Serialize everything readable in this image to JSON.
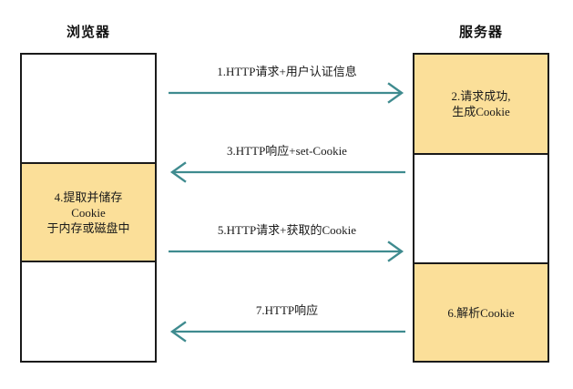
{
  "diagram": {
    "type": "sequence-diagram",
    "title_browser": "浏览器",
    "title_server": "服务器",
    "colors": {
      "active_fill": "#fbdf99",
      "box_border": "#1a1a1a",
      "arrow": "#3f8b8f",
      "background": "#ffffff",
      "text": "#1a1a1a"
    }
  },
  "browser": {
    "label": "浏览器",
    "segments": [
      {
        "id": "browser-idle-top",
        "text": "",
        "active": false
      },
      {
        "id": "browser-store-cookie",
        "text": "4.提取并储存\nCookie\n于内存或磁盘中",
        "active": true
      },
      {
        "id": "browser-idle-bottom",
        "text": "",
        "active": false
      }
    ]
  },
  "server": {
    "label": "服务器",
    "segments": [
      {
        "id": "server-create-cookie",
        "text": "2.请求成功,\n生成Cookie",
        "active": true
      },
      {
        "id": "server-idle-middle",
        "text": "",
        "active": false
      },
      {
        "id": "server-parse-cookie",
        "text": "6.解析Cookie",
        "active": true
      }
    ]
  },
  "messages": [
    {
      "id": "msg-1",
      "number": "1",
      "label": "1.HTTP请求+用户认证信息",
      "direction": "right",
      "from": "browser",
      "to": "server"
    },
    {
      "id": "msg-3",
      "number": "3",
      "label": "3.HTTP响应+set-Cookie",
      "direction": "left",
      "from": "server",
      "to": "browser"
    },
    {
      "id": "msg-5",
      "number": "5",
      "label": "5.HTTP请求+获取的Cookie",
      "direction": "right",
      "from": "browser",
      "to": "server"
    },
    {
      "id": "msg-7",
      "number": "7",
      "label": "7.HTTP响应",
      "direction": "left",
      "from": "server",
      "to": "browser"
    }
  ]
}
